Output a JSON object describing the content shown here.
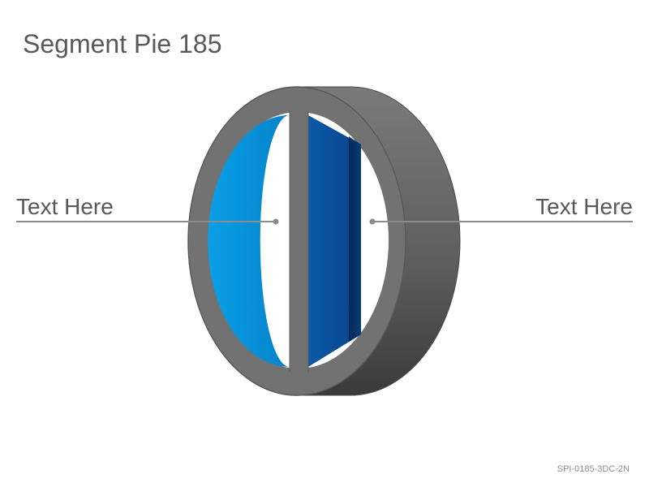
{
  "title": "Segment Pie 185",
  "labels": {
    "left": "Text Here",
    "right": "Text Here"
  },
  "slide_code": "SPI-0185-3DC-2N",
  "colors": {
    "ring_gray": "#727272",
    "ring_dark": "#3c3c3c",
    "segment_left": "#0a9ee6",
    "segment_right": "#0a4e9a",
    "leader_line": "#8c8c8c",
    "text": "#595959"
  }
}
